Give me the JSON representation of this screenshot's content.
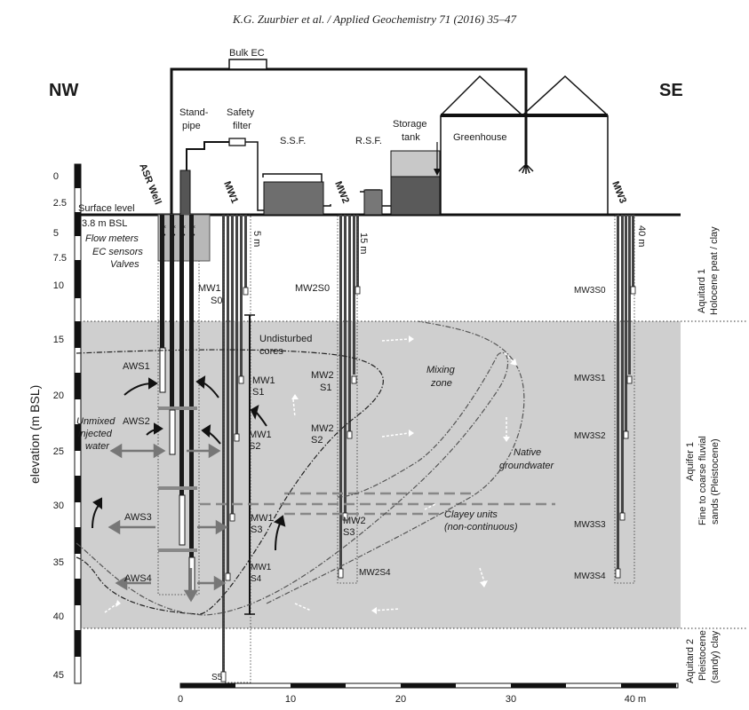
{
  "header": "K.G. Zuurbier et al. / Applied Geochemistry 71 (2016) 35–47",
  "direction": {
    "left": "NW",
    "right": "SE"
  },
  "facilities": {
    "bulk_ec": "Bulk EC",
    "stand_pipe": [
      "Stand-",
      "pipe"
    ],
    "safety_filter": [
      "Safety",
      "filter"
    ],
    "ssf": "S.S.F.",
    "rsf": "R.S.F.",
    "storage_tank": [
      "Storage",
      "tank"
    ],
    "greenhouse": "Greenhouse"
  },
  "wells": {
    "asr": "ASR Well",
    "mw1": "MW1",
    "mw2": "MW2",
    "mw3": "MW3",
    "mw1_dist": "5 m",
    "mw2_dist": "15 m",
    "mw3_dist": "40 m"
  },
  "surface": {
    "line1": "Surface level",
    "line2": "3.8 m BSL"
  },
  "instruments": [
    "Flow meters",
    "EC sensors",
    "Valves"
  ],
  "screens": {
    "aws": [
      "AWS1",
      "AWS2",
      "AWS3",
      "AWS4"
    ],
    "mw1": [
      "MW1 S0",
      "MW1 S1",
      "MW1 S2",
      "MW1 S3",
      "MW1 S4"
    ],
    "mw1_s5": "S5",
    "mw2": [
      "MW2S0",
      "MW2 S1",
      "MW2 S2",
      "MW2 S3",
      "MW2S4"
    ],
    "mw3": [
      "MW3S0",
      "MW3S1",
      "MW3S2",
      "MW3S3",
      "MW3S4"
    ]
  },
  "annotations": {
    "undisturbed": [
      "Undisturbed",
      "cores"
    ],
    "unmixed": [
      "Unmixed",
      "injected",
      "water"
    ],
    "mixing": [
      "Mixing",
      "zone"
    ],
    "native": [
      "Native",
      "groundwater"
    ],
    "clayey": [
      "Clayey units",
      "(non-continuous)"
    ]
  },
  "layers": {
    "aquitard1": [
      "Aquitard 1",
      "Holocene peat / clay"
    ],
    "aquifer1": [
      "Aquifer 1",
      "Fine to coarse fluvial",
      "sands (Pleistocene)"
    ],
    "aquitard2": [
      "Aquitard 2",
      "Pleistocene",
      "(sandy) clay"
    ]
  },
  "y_axis": {
    "label": "elevation (m BSL)",
    "ticks": [
      "0",
      "2.5",
      "5",
      "7.5",
      "10",
      "15",
      "20",
      "25",
      "30",
      "35",
      "40",
      "45"
    ]
  },
  "x_axis": {
    "ticks": [
      "0",
      "10",
      "20",
      "30",
      "40 m"
    ]
  },
  "colors": {
    "aquifer_fill": "#cfcfcf",
    "well_dark": "#2a2a2a",
    "ssf_fill": "#6e6e6e",
    "tank_light": "#c8c8c8",
    "tank_dark": "#5a5a5a"
  }
}
